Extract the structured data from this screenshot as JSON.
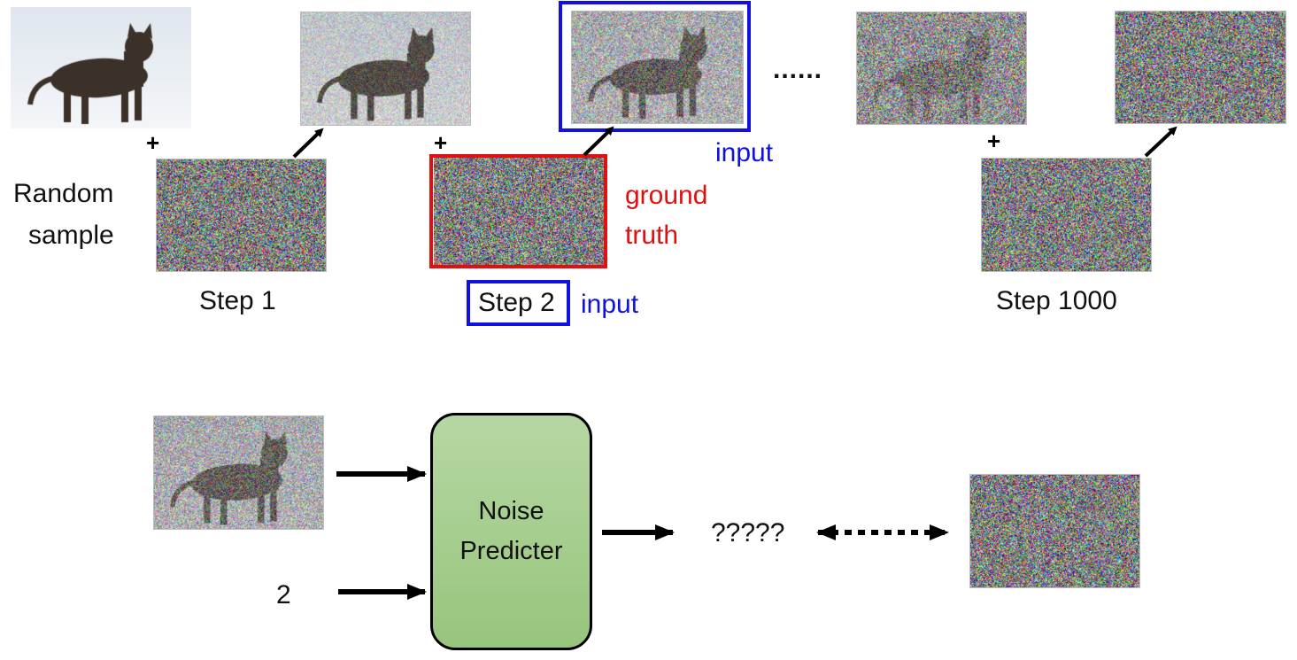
{
  "labels": {
    "random_sample_line1": "Random",
    "random_sample_line2": "sample",
    "step1": "Step 1",
    "step2": "Step 2",
    "step1000": "Step 1000",
    "ellipsis": "......",
    "input_top": "input",
    "input_step": "input",
    "ground_truth_line1": "ground",
    "ground_truth_line2": "truth",
    "plus": "+",
    "step_number": "2",
    "unknown_output": "?????"
  },
  "predictor": {
    "line1": "Noise",
    "line2": "Predicter"
  },
  "images": {
    "cat_clean": {
      "content": "cat-photo",
      "noise": 0
    },
    "cat_noise_1": {
      "content": "cat-photo",
      "noise": 0.35
    },
    "cat_noise_2": {
      "content": "cat-photo",
      "noise": 0.6
    },
    "cat_noise_999": {
      "content": "cat-photo",
      "noise": 0.85
    },
    "pure_noise_top": {
      "content": "noise",
      "noise": 1
    },
    "noise_step1": {
      "content": "noise",
      "noise": 1
    },
    "noise_step2": {
      "content": "noise",
      "noise": 1
    },
    "noise_step1000": {
      "content": "noise",
      "noise": 1
    },
    "cat_input_bottom": {
      "content": "cat-photo",
      "noise": 0.6
    },
    "noise_output": {
      "content": "noise",
      "noise": 1
    }
  },
  "colors": {
    "input_highlight": "#1010e0",
    "ground_truth_highlight": "#e01010",
    "predictor_fill": "#a8cf8f",
    "text": "#111111"
  }
}
